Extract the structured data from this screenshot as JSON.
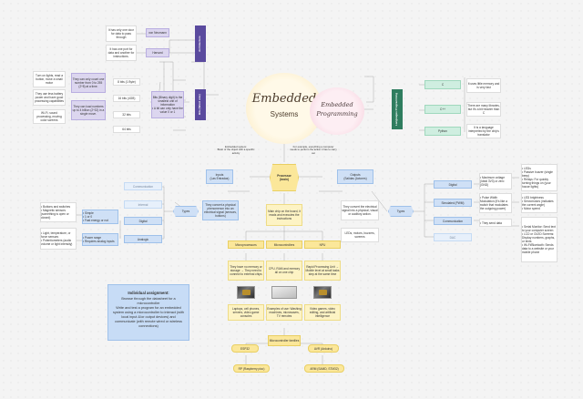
{
  "center": {
    "title_script": "Embedded",
    "title_plain": "Systems"
  },
  "definition": {
    "left": "Embedded system:\nBrain of the object with a specific activity",
    "right": "For example, everything a computer needs to perform the action it has to carry out"
  },
  "architecture": {
    "header": "Architecture",
    "rows": [
      {
        "desc": "It has only one door for data to pass through",
        "name": "von Neumann"
      },
      {
        "desc": "It has one port for data and another for instructions.",
        "name": "Harvard"
      }
    ]
  },
  "bits": {
    "header": "Bits (Word size)",
    "notes": [
      "Turn on lights, read a button, move a small motor",
      "They use less battery power and have good processing capabilities",
      "Wi-Fi, sound processing, moving color screens"
    ],
    "ranges": [
      "They can only count one number from 0 to 255 (2^8) at a time.",
      "They can load numbers up to 4 billion (2^32) in a single move."
    ],
    "sizes": [
      "8 bits (1 Byte)",
      "16 bits (4GB)",
      "32 bits",
      "64 bits"
    ],
    "definition": "Bits (Binary digit) is the smallest unit of information\n• A bit can only have the value 0 or 1"
  },
  "programming": {
    "header": "Languages Programming",
    "title_script": "Embedded",
    "title_plain": "Programming",
    "languages": [
      {
        "name": "C",
        "desc": "It uses little memory and is very fast"
      },
      {
        "name": "C++",
        "desc": "There are many libraries, but it's a bit heavier than C"
      },
      {
        "name": "Python",
        "desc": "It is a language interpreted by the chip's translator"
      }
    ]
  },
  "inputs": {
    "title": "Inputs\n(Las Entradas)",
    "desc": "They convert a physical phenomenon into an electrical signal (sensors, buttons)",
    "types_label": "Types",
    "options": [
      "Communication",
      "Internal",
      "Digital",
      "Analogic"
    ],
    "digital_items": [
      "• Buttons and switches\n• Magnetic sensors (something is open or closed)",
      "• Simple\n• 1 or 0\n• Fast energy or not"
    ],
    "analog_items": [
      "• Light, temperature, or force sensors\n• Potentiometers (audio volume or light intensity)",
      "• Power range\n• Requires analog inputs"
    ]
  },
  "processor": {
    "title": "Processor\n(brain)",
    "desc": "Main chip on the board, it reads and executes the instructions",
    "types": [
      {
        "name": "Microprocessors",
        "desc": "They have no memory or storage → They need to connect to external chips",
        "examples": "Laptops, cell phones, servers, video game consoles"
      },
      {
        "name": "Microcontrollers",
        "desc": "CPU, RAM and memory all on one chip",
        "examples": "Examples of use: Washing machines, microwaves, TV remotes"
      },
      {
        "name": "NPU",
        "desc": "Rapid Processing Unit → Mobile level at small tasks step at the same time",
        "examples": "Video games, video editing, and artificial intelligence"
      }
    ],
    "families_title": "Microcontroller families",
    "families": [
      "ESP32",
      "AVR (Arduino)",
      "RP (Raspberry pico)",
      "ARM (SAMD, STM32)"
    ]
  },
  "outputs": {
    "title": "Outputs\n(Salidas (Actores)",
    "desc": "They convert the electrical signal into a physical, visual or auditory action.",
    "examples": "LEDs, motors, buzzers, screens",
    "types_label": "Types",
    "options": [
      {
        "name": "Digital",
        "desc": "• Maximum voltage (Ideal 3V3) or zero (GND)",
        "items": "• LEDs\n• Passive buzzer (single beep)\n• Relays: For quickly turning things on (your house lights)"
      },
      {
        "name": "Simulated (PWM)",
        "desc": "• Pulse Width Modulation (It's like a switch that modulates the outgoing power)",
        "items": "• LED brightness\n• Servomotors (indicates the current angle)\n• Motor speed"
      },
      {
        "name": "Communication",
        "desc": "• They send data",
        "items": "• Serial Monitor: Send text to your computer screen\n• LCD or OLED Screens: Display numbers, graphs, or texts\n• Wi-Fi/Bluetooth: Sends data to a website or your mobile phone"
      },
      {
        "name": "DAC",
        "desc": "",
        "items": ""
      }
    ]
  },
  "assignment": {
    "title": "Individual assignment:",
    "body": "Browse through the datasheet for a microcontroller\nWrite and test a program for an embedded system using a microcontroller to interact (with local input &/or output devices) and communicate (with remote wired or wireless connections)"
  }
}
